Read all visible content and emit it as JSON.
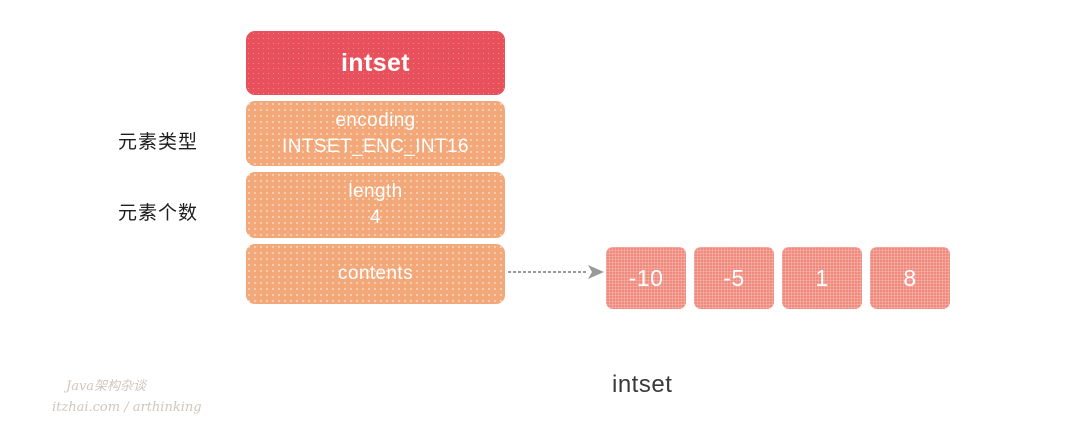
{
  "diagram": {
    "title": "intset",
    "caption": "intset",
    "side_labels": [
      {
        "id": "element-type",
        "text": "元素类型"
      },
      {
        "id": "element-count",
        "text": "元素个数"
      }
    ],
    "struct": {
      "header_label": "intset",
      "fields": [
        {
          "name": "encoding",
          "value": "INTSET_ENC_INT16"
        },
        {
          "name": "length",
          "value": "4"
        },
        {
          "name": "contents",
          "value": ""
        }
      ]
    },
    "array": {
      "cells": [
        "-10",
        "-5",
        "1",
        "8"
      ]
    },
    "pointer": {
      "icon": "dashed-arrow-right-icon"
    },
    "watermark": {
      "line1": "Java架构杂谈",
      "line2": "itzhai.com / arthinking"
    },
    "colors": {
      "header_red": "#e8505b",
      "field_orange": "#f2a878",
      "cell_salmon": "#f08a7c",
      "text_dark": "#1d1d1d",
      "arrow_gray": "#9a9a9a",
      "watermark_gray": "#cfc3bb",
      "background": "#ffffff"
    }
  }
}
